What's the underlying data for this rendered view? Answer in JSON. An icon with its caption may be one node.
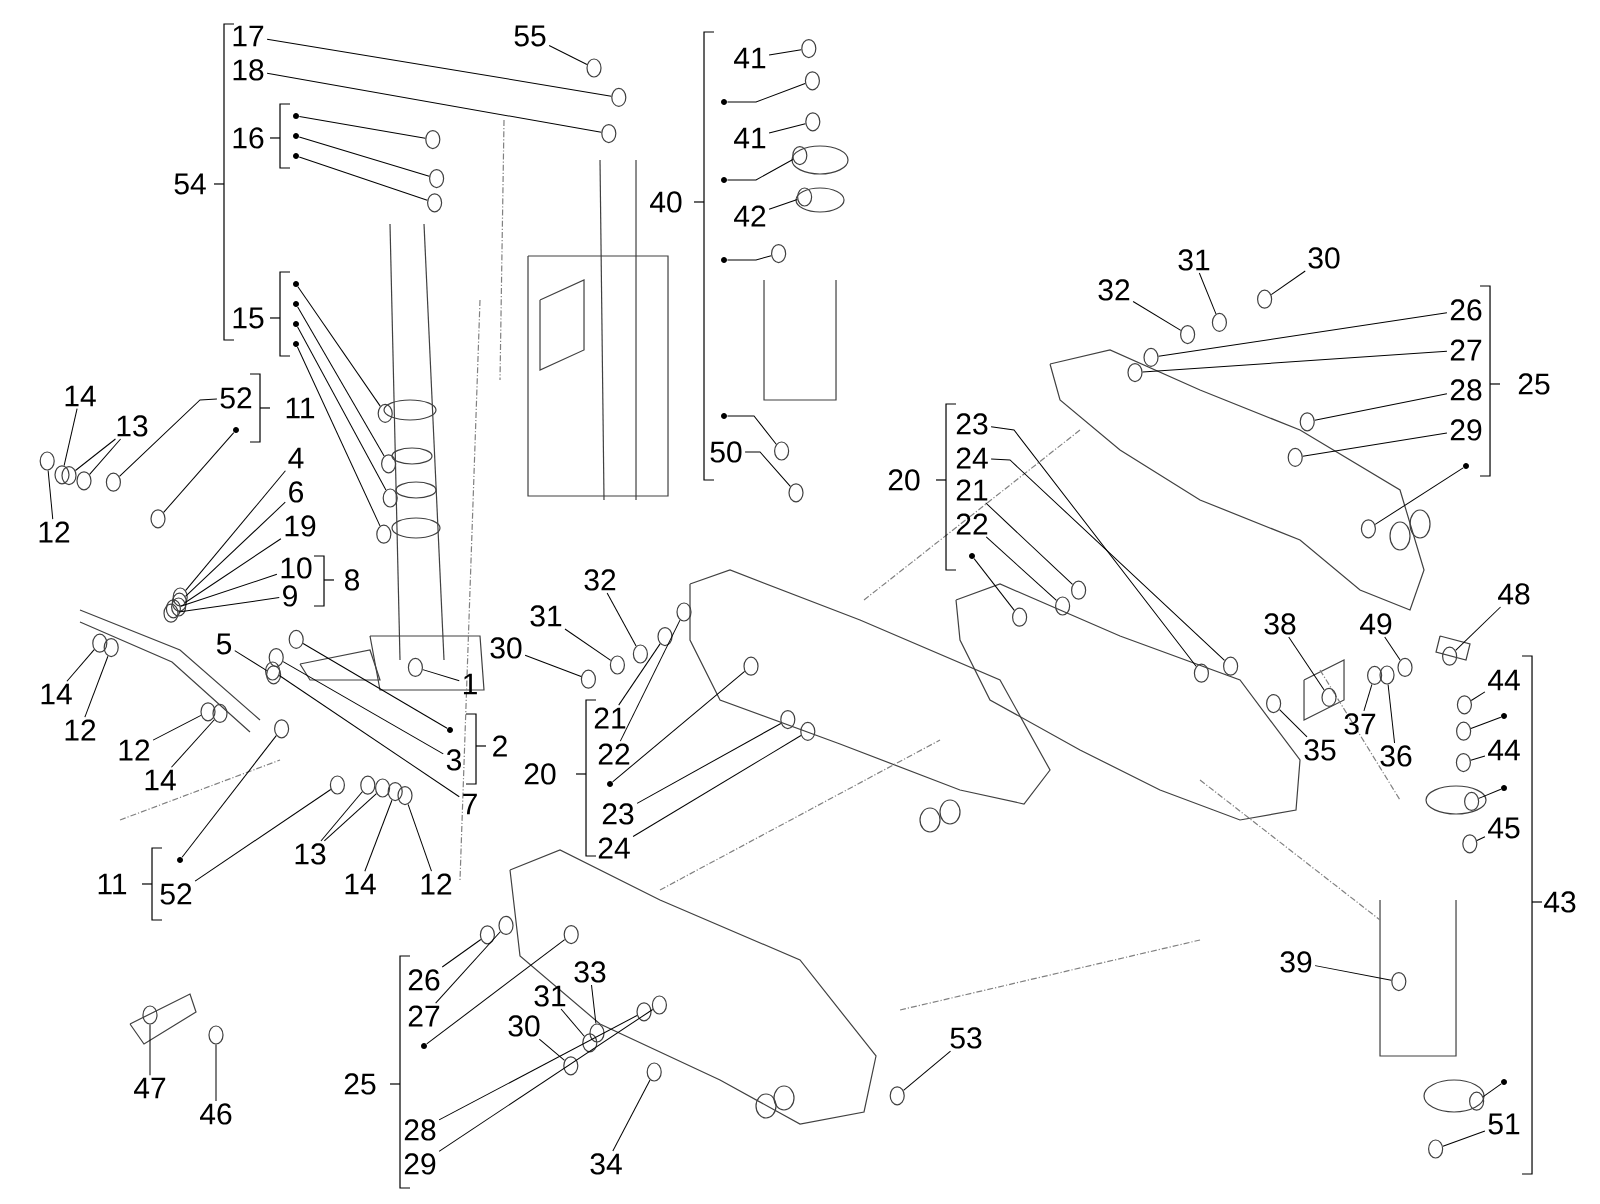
{
  "diagram": {
    "nodes": [
      {
        "text": [
          "17"
        ]
      },
      {
        "text": [
          "18"
        ]
      },
      {
        "text": [],
        "shape": "circle"
      },
      {
        "text": [],
        "shape": "circle"
      },
      {
        "text": [],
        "shape": "circle"
      },
      {
        "text": [],
        "shape": "circle"
      },
      {
        "text": [],
        "shape": "circle"
      },
      {
        "text": [],
        "shape": "circle"
      },
      {
        "text": [],
        "shape": "circle"
      },
      {
        "text": [
          "55"
        ]
      },
      {
        "text": [
          "41"
        ]
      },
      {
        "text": [],
        "shape": "circle"
      },
      {
        "text": [
          "41"
        ]
      },
      {
        "text": [],
        "shape": "circle"
      },
      {
        "text": [
          "42"
        ]
      },
      {
        "text": [],
        "shape": "circle"
      },
      {
        "text": [],
        "shape": "circle"
      },
      {
        "text": [
          "50"
        ]
      },
      {
        "text": [
          "14"
        ]
      },
      {
        "text": [
          "13"
        ]
      },
      {
        "text": [
          "12"
        ]
      },
      {
        "text": [
          "52"
        ]
      },
      {
        "text": [],
        "shape": "circle"
      },
      {
        "text": [
          "4"
        ]
      },
      {
        "text": [
          "6"
        ]
      },
      {
        "text": [
          "19"
        ]
      },
      {
        "text": [
          "10"
        ]
      },
      {
        "text": [
          "9"
        ]
      },
      {
        "text": [
          "32"
        ]
      },
      {
        "text": [
          "31"
        ]
      },
      {
        "text": [
          "30"
        ]
      },
      {
        "text": [
          "26"
        ]
      },
      {
        "text": [
          "27"
        ]
      },
      {
        "text": [
          "28"
        ]
      },
      {
        "text": [
          "29"
        ]
      },
      {
        "text": [],
        "shape": "circle"
      },
      {
        "text": [
          "23"
        ]
      },
      {
        "text": [
          "24"
        ]
      },
      {
        "text": [
          "21"
        ]
      },
      {
        "text": [
          "22"
        ]
      },
      {
        "text": [
          "32"
        ]
      },
      {
        "text": [
          "31"
        ]
      },
      {
        "text": [
          "30"
        ]
      },
      {
        "text": [
          "14"
        ]
      },
      {
        "text": [
          "12"
        ]
      },
      {
        "text": [
          "5"
        ]
      },
      {
        "text": [
          "1"
        ]
      },
      {
        "text": [],
        "shape": "circle"
      },
      {
        "text": [
          "3"
        ]
      },
      {
        "text": [
          "7"
        ]
      },
      {
        "text": [
          "12"
        ]
      },
      {
        "text": [
          "14"
        ]
      },
      {
        "text": [
          "21"
        ]
      },
      {
        "text": [
          "22"
        ]
      },
      {
        "text": [],
        "shape": "circle"
      },
      {
        "text": [
          "23"
        ]
      },
      {
        "text": [
          "24"
        ]
      },
      {
        "text": [
          "38"
        ]
      },
      {
        "text": [
          "49"
        ]
      },
      {
        "text": [
          "48"
        ]
      },
      {
        "text": [
          "35"
        ]
      },
      {
        "text": [
          "37"
        ]
      },
      {
        "text": [
          "36"
        ]
      },
      {
        "text": [
          "44"
        ]
      },
      {
        "text": [],
        "shape": "circle"
      },
      {
        "text": [
          "44"
        ]
      },
      {
        "text": [],
        "shape": "circle"
      },
      {
        "text": [
          "45"
        ]
      },
      {
        "text": [],
        "shape": "circle"
      },
      {
        "text": [
          "52"
        ]
      },
      {
        "text": [
          "13"
        ]
      },
      {
        "text": [
          "14"
        ]
      },
      {
        "text": [
          "12"
        ]
      },
      {
        "text": [
          "39"
        ]
      },
      {
        "text": [
          "26"
        ]
      },
      {
        "text": [
          "27"
        ]
      },
      {
        "text": [],
        "shape": "circle"
      },
      {
        "text": [
          "33"
        ]
      },
      {
        "text": [
          "31"
        ]
      },
      {
        "text": [
          "30"
        ]
      },
      {
        "text": [
          "53"
        ]
      },
      {
        "text": [],
        "shape": "circle"
      },
      {
        "text": [
          "51"
        ]
      },
      {
        "text": [
          "47"
        ]
      },
      {
        "text": [
          "46"
        ]
      },
      {
        "text": [
          "28"
        ]
      },
      {
        "text": [
          "29"
        ]
      },
      {
        "text": [
          "34"
        ]
      },
      {
        "text": [],
        "shape": "circle"
      },
      {
        "text": [],
        "shape": "circle"
      },
      {
        "text": [],
        "shape": "circle"
      },
      {
        "text": [],
        "shape": "circle"
      },
      {
        "text": [],
        "shape": "circle"
      },
      {
        "text": [],
        "shape": "circle"
      },
      {
        "text": [],
        "shape": "circle"
      },
      {
        "text": [],
        "shape": "circle"
      },
      {
        "text": [],
        "shape": "circle"
      },
      {
        "text": [],
        "shape": "circle"
      },
      {
        "text": [],
        "shape": "circle"
      },
      {
        "text": [],
        "shape": "circle"
      },
      {
        "text": [],
        "shape": "circle"
      },
      {
        "text": [],
        "shape": "circle"
      },
      {
        "text": [],
        "shape": "circle"
      },
      {
        "text": [],
        "shape": "circle"
      },
      {
        "text": [],
        "shape": "circle"
      },
      {
        "text": [],
        "shape": "circle"
      },
      {
        "text": [],
        "shape": "circle"
      },
      {
        "text": [],
        "shape": "circle"
      },
      {
        "text": [],
        "shape": "circle"
      },
      {
        "text": [],
        "shape": "circle"
      },
      {
        "text": [],
        "shape": "circle"
      },
      {
        "text": [],
        "shape": "circle"
      },
      {
        "text": [],
        "shape": "circle"
      },
      {
        "text": [],
        "shape": "circle"
      },
      {
        "text": [],
        "shape": "circle"
      },
      {
        "text": [],
        "shape": "circle"
      },
      {
        "text": [],
        "shape": "circle"
      },
      {
        "text": [],
        "shape": "circle"
      },
      {
        "text": [],
        "shape": "circle"
      },
      {
        "text": [],
        "shape": "circle"
      },
      {
        "text": [],
        "shape": "circle"
      },
      {
        "text": [],
        "shape": "circle"
      },
      {
        "text": [],
        "shape": "circle"
      },
      {
        "text": [],
        "shape": "circle"
      },
      {
        "text": [],
        "shape": "circle"
      },
      {
        "text": [],
        "shape": "circle"
      },
      {
        "text": [],
        "shape": "circle"
      },
      {
        "text": [],
        "shape": "circle"
      },
      {
        "text": [],
        "shape": "circle"
      },
      {
        "text": [],
        "shape": "circle"
      },
      {
        "text": [],
        "shape": "circle"
      },
      {
        "text": [],
        "shape": "circle"
      },
      {
        "text": [],
        "shape": "circle"
      },
      {
        "text": [],
        "shape": "circle"
      },
      {
        "text": [],
        "shape": "circle"
      },
      {
        "text": [],
        "shape": "circle"
      },
      {
        "text": [],
        "shape": "circle"
      },
      {
        "text": [],
        "shape": "circle"
      },
      {
        "text": [],
        "shape": "circle"
      },
      {
        "text": [],
        "shape": "circle"
      },
      {
        "text": [],
        "shape": "circle"
      },
      {
        "text": [],
        "shape": "circle"
      },
      {
        "text": [],
        "shape": "circle"
      },
      {
        "text": [],
        "shape": "circle"
      },
      {
        "text": [],
        "shape": "circle"
      },
      {
        "text": [],
        "shape": "circle"
      },
      {
        "text": [],
        "shape": "circle"
      },
      {
        "text": [],
        "shape": "circle"
      },
      {
        "text": [],
        "shape": "circle"
      },
      {
        "text": [],
        "shape": "circle"
      },
      {
        "text": [],
        "shape": "circle"
      },
      {
        "text": [],
        "shape": "circle"
      },
      {
        "text": [],
        "shape": "circle"
      },
      {
        "text": [],
        "shape": "circle"
      },
      {
        "text": [],
        "shape": "circle"
      },
      {
        "text": [],
        "shape": "circle"
      },
      {
        "text": [],
        "shape": "circle"
      },
      {
        "text": [],
        "shape": "circle"
      },
      {
        "text": [],
        "shape": "circle"
      },
      {
        "text": [],
        "shape": "circle"
      },
      {
        "text": [],
        "shape": "circle"
      },
      {
        "text": [],
        "shape": "circle"
      },
      {
        "text": [],
        "shape": "circle"
      },
      {
        "text": [],
        "shape": "circle"
      },
      {
        "text": [],
        "shape": "circle"
      },
      {
        "text": [],
        "shape": "circle"
      },
      {
        "text": [],
        "shape": "circle"
      },
      {
        "text": [],
        "shape": "circle"
      },
      {
        "text": [],
        "shape": "circle"
      },
      {
        "text": [],
        "shape": "circle"
      },
      {
        "text": [],
        "shape": "circle"
      },
      {
        "text": [],
        "shape": "circle"
      },
      {
        "text": [],
        "shape": "circle"
      },
      {
        "text": [],
        "shape": "circle"
      },
      {
        "text": [],
        "shape": "circle"
      },
      {
        "text": [],
        "shape": "circle"
      },
      {
        "text": [],
        "shape": "circle"
      },
      {
        "text": [],
        "shape": "circle"
      },
      {
        "text": [],
        "shape": "circle"
      },
      {
        "text": [],
        "shape": "circle"
      }
    ],
    "edges": [
      {
        "from": 0,
        "to": 89,
        "arrow": "none"
      },
      {
        "from": 1,
        "to": 90,
        "arrow": "none"
      },
      {
        "from": 2,
        "to": 91,
        "arrow": "none"
      },
      {
        "from": 3,
        "to": 92,
        "arrow": "none"
      },
      {
        "from": 4,
        "to": 93,
        "arrow": "none"
      },
      {
        "from": 5,
        "to": 94,
        "arrow": "none"
      },
      {
        "from": 6,
        "to": 95,
        "arrow": "none"
      },
      {
        "from": 7,
        "to": 96,
        "arrow": "none"
      },
      {
        "from": 8,
        "to": 97,
        "arrow": "none"
      },
      {
        "from": 9,
        "to": 98,
        "arrow": "none"
      },
      {
        "from": 10,
        "to": 99,
        "arrow": "none"
      },
      {
        "from": 11,
        "to": 100,
        "arrow": "none"
      },
      {
        "from": 12,
        "to": 101,
        "arrow": "none"
      },
      {
        "from": 13,
        "to": 102,
        "arrow": "none"
      },
      {
        "from": 14,
        "to": 103,
        "arrow": "none"
      },
      {
        "from": 15,
        "to": 104,
        "arrow": "none"
      },
      {
        "from": 16,
        "to": 105,
        "arrow": "none"
      },
      {
        "from": 17,
        "to": 106,
        "arrow": "none"
      },
      {
        "from": 18,
        "to": 107,
        "arrow": "none"
      },
      {
        "from": 19,
        "to": 108,
        "arrow": "none"
      },
      {
        "from": 19,
        "to": 109,
        "arrow": "none"
      },
      {
        "from": 20,
        "to": 110,
        "arrow": "none"
      },
      {
        "from": 21,
        "to": 111,
        "arrow": "none"
      },
      {
        "from": 22,
        "to": 112,
        "arrow": "none"
      },
      {
        "from": 23,
        "to": 113,
        "arrow": "none"
      },
      {
        "from": 24,
        "to": 114,
        "arrow": "none"
      },
      {
        "from": 25,
        "to": 115,
        "arrow": "none"
      },
      {
        "from": 26,
        "to": 116,
        "arrow": "none"
      },
      {
        "from": 27,
        "to": 117,
        "arrow": "none"
      },
      {
        "from": 28,
        "to": 118,
        "arrow": "none"
      },
      {
        "from": 29,
        "to": 119,
        "arrow": "none"
      },
      {
        "from": 30,
        "to": 120,
        "arrow": "none"
      },
      {
        "from": 31,
        "to": 121,
        "arrow": "none"
      },
      {
        "from": 32,
        "to": 122,
        "arrow": "none"
      },
      {
        "from": 33,
        "to": 123,
        "arrow": "none"
      },
      {
        "from": 34,
        "to": 124,
        "arrow": "none"
      },
      {
        "from": 35,
        "to": 125,
        "arrow": "none"
      },
      {
        "from": 36,
        "to": 126,
        "arrow": "none"
      },
      {
        "from": 37,
        "to": 127,
        "arrow": "none"
      },
      {
        "from": 38,
        "to": 128,
        "arrow": "none"
      },
      {
        "from": 39,
        "to": 129,
        "arrow": "none"
      },
      {
        "from": 40,
        "to": 130,
        "arrow": "none"
      },
      {
        "from": 41,
        "to": 131,
        "arrow": "none"
      },
      {
        "from": 42,
        "to": 132,
        "arrow": "none"
      },
      {
        "from": 43,
        "to": 133,
        "arrow": "none"
      },
      {
        "from": 44,
        "to": 134,
        "arrow": "none"
      },
      {
        "from": 45,
        "to": 135,
        "arrow": "none"
      },
      {
        "from": 46,
        "to": 136,
        "arrow": "none"
      },
      {
        "from": 47,
        "to": 137,
        "arrow": "none"
      },
      {
        "from": 48,
        "to": 138,
        "arrow": "none"
      },
      {
        "from": 49,
        "to": 139,
        "arrow": "none"
      },
      {
        "from": 50,
        "to": 140,
        "arrow": "none"
      },
      {
        "from": 51,
        "to": 141,
        "arrow": "none"
      },
      {
        "from": 52,
        "to": 142,
        "arrow": "none"
      },
      {
        "from": 53,
        "to": 143,
        "arrow": "none"
      },
      {
        "from": 54,
        "to": 144,
        "arrow": "none"
      },
      {
        "from": 55,
        "to": 145,
        "arrow": "none"
      },
      {
        "from": 56,
        "to": 146,
        "arrow": "none"
      },
      {
        "from": 57,
        "to": 147,
        "arrow": "none"
      },
      {
        "from": 58,
        "to": 148,
        "arrow": "none"
      },
      {
        "from": 59,
        "to": 149,
        "arrow": "none"
      },
      {
        "from": 60,
        "to": 150,
        "arrow": "none"
      },
      {
        "from": 61,
        "to": 151,
        "arrow": "none"
      },
      {
        "from": 62,
        "to": 152,
        "arrow": "none"
      },
      {
        "from": 63,
        "to": 153,
        "arrow": "none"
      },
      {
        "from": 64,
        "to": 154,
        "arrow": "none"
      },
      {
        "from": 65,
        "to": 155,
        "arrow": "none"
      },
      {
        "from": 66,
        "to": 156,
        "arrow": "none"
      },
      {
        "from": 67,
        "to": 157,
        "arrow": "none"
      },
      {
        "from": 68,
        "to": 158,
        "arrow": "none"
      },
      {
        "from": 69,
        "to": 159,
        "arrow": "none"
      },
      {
        "from": 70,
        "to": 160,
        "arrow": "none"
      },
      {
        "from": 70,
        "to": 161,
        "arrow": "none"
      },
      {
        "from": 71,
        "to": 162,
        "arrow": "none"
      },
      {
        "from": 72,
        "to": 163,
        "arrow": "none"
      },
      {
        "from": 73,
        "to": 164,
        "arrow": "none"
      },
      {
        "from": 74,
        "to": 165,
        "arrow": "none"
      },
      {
        "from": 75,
        "to": 166,
        "arrow": "none"
      },
      {
        "from": 76,
        "to": 167,
        "arrow": "none"
      },
      {
        "from": 77,
        "to": 168,
        "arrow": "none"
      },
      {
        "from": 78,
        "to": 169,
        "arrow": "none"
      },
      {
        "from": 79,
        "to": 170,
        "arrow": "none"
      },
      {
        "from": 80,
        "to": 171,
        "arrow": "none"
      },
      {
        "from": 81,
        "to": 172,
        "arrow": "none"
      },
      {
        "from": 82,
        "to": 173,
        "arrow": "none"
      },
      {
        "from": 83,
        "to": 174,
        "arrow": "none"
      },
      {
        "from": 84,
        "to": 175,
        "arrow": "none"
      },
      {
        "from": 85,
        "to": 176,
        "arrow": "none"
      },
      {
        "from": 86,
        "to": 177,
        "arrow": "none"
      },
      {
        "from": 87,
        "to": 178,
        "arrow": "none"
      },
      {
        "from": 88,
        "to": 179,
        "arrow": "none"
      }
    ],
    "labels": [
      "54",
      "16",
      "40",
      "15",
      "25",
      "11",
      "20",
      "8",
      "2",
      "20",
      "11",
      "43",
      "25"
    ]
  }
}
